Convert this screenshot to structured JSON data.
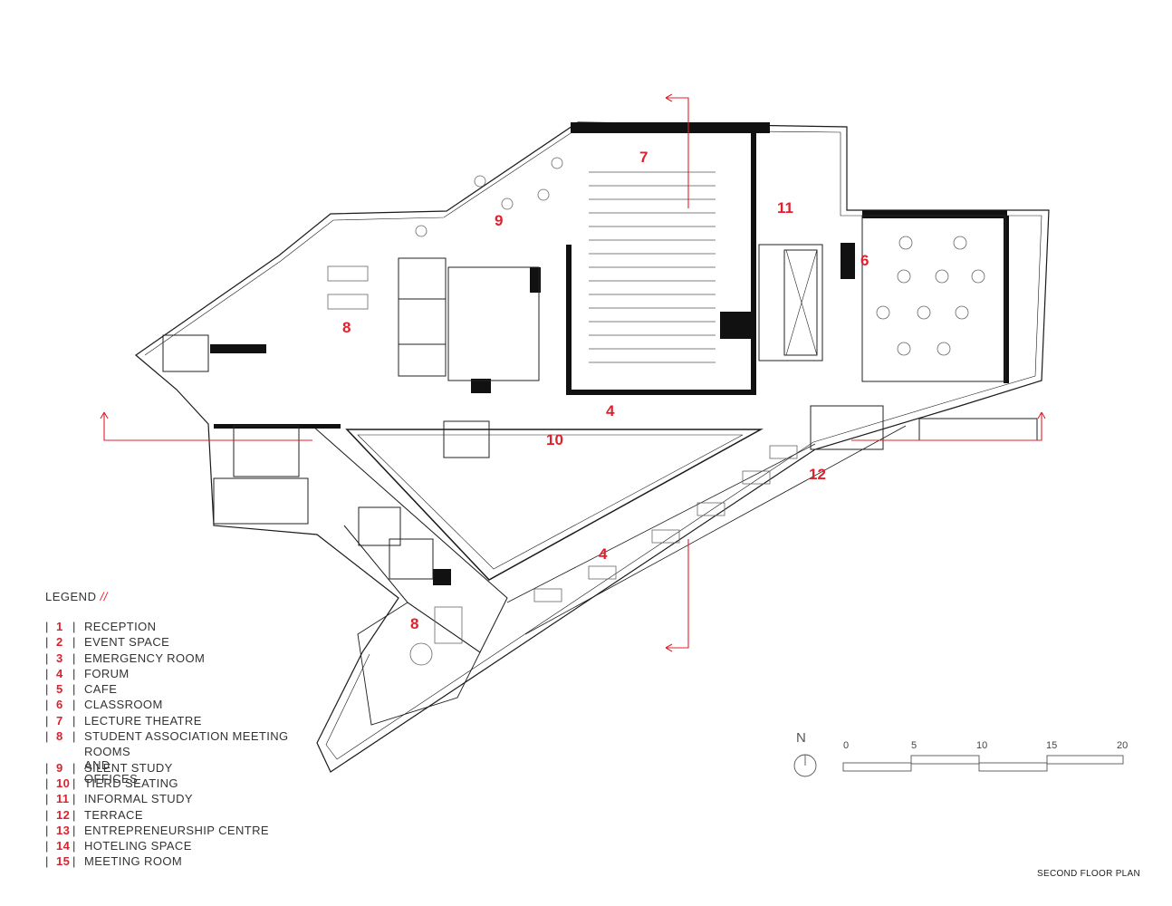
{
  "plan_title": "SECOND FLOOR PLAN",
  "legend": {
    "title": "LEGEND",
    "slash": "//",
    "items": [
      {
        "num": "1",
        "name": "RECEPTION"
      },
      {
        "num": "2",
        "name": "EVENT SPACE"
      },
      {
        "num": "3",
        "name": "EMERGENCY ROOM"
      },
      {
        "num": "4",
        "name": "FORUM"
      },
      {
        "num": "5",
        "name": "CAFE"
      },
      {
        "num": "6",
        "name": "CLASSROOM"
      },
      {
        "num": "7",
        "name": "LECTURE THEATRE"
      },
      {
        "num": "8",
        "name": "STUDENT ASSOCIATION MEETING",
        "continuation": "ROOMS AND OFFICES"
      },
      {
        "num": "9",
        "name": "SILENT STUDY"
      },
      {
        "num": "10",
        "name": "TIERD SEATING"
      },
      {
        "num": "11",
        "name": "INFORMAL STUDY"
      },
      {
        "num": "12",
        "name": "TERRACE"
      },
      {
        "num": "13",
        "name": "ENTREPRENEURSHIP CENTRE"
      },
      {
        "num": "14",
        "name": "HOTELING SPACE"
      },
      {
        "num": "15",
        "name": "MEETING ROOM"
      }
    ]
  },
  "room_labels": {
    "lecture_theatre": "7",
    "silent_study": "9",
    "informal_study": "11",
    "classroom": "6",
    "student_assoc_north": "8",
    "forum_north": "4",
    "tiered_seating": "10",
    "terrace": "12",
    "forum_south": "4",
    "student_assoc_south": "8"
  },
  "north": "N",
  "scale": [
    "0",
    "5",
    "10",
    "15",
    "20"
  ],
  "colors": {
    "accent": "#e0202c",
    "line": "#1a1a1a"
  }
}
